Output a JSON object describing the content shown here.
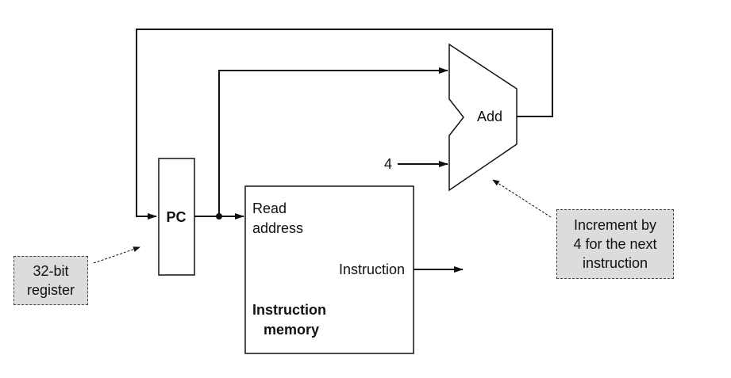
{
  "diagram": {
    "pc": {
      "label": "PC"
    },
    "adder": {
      "label": "Add",
      "constant_input": "4"
    },
    "instruction_memory": {
      "input_label_line1": "Read",
      "input_label_line2": "address",
      "output_label": "Instruction",
      "title_line1": "Instruction",
      "title_line2": "memory"
    },
    "annotations": {
      "register_note_line1": "32-bit",
      "register_note_line2": "register",
      "increment_note_line1": "Increment by",
      "increment_note_line2": "4 for the next",
      "increment_note_line3": "instruction"
    }
  }
}
